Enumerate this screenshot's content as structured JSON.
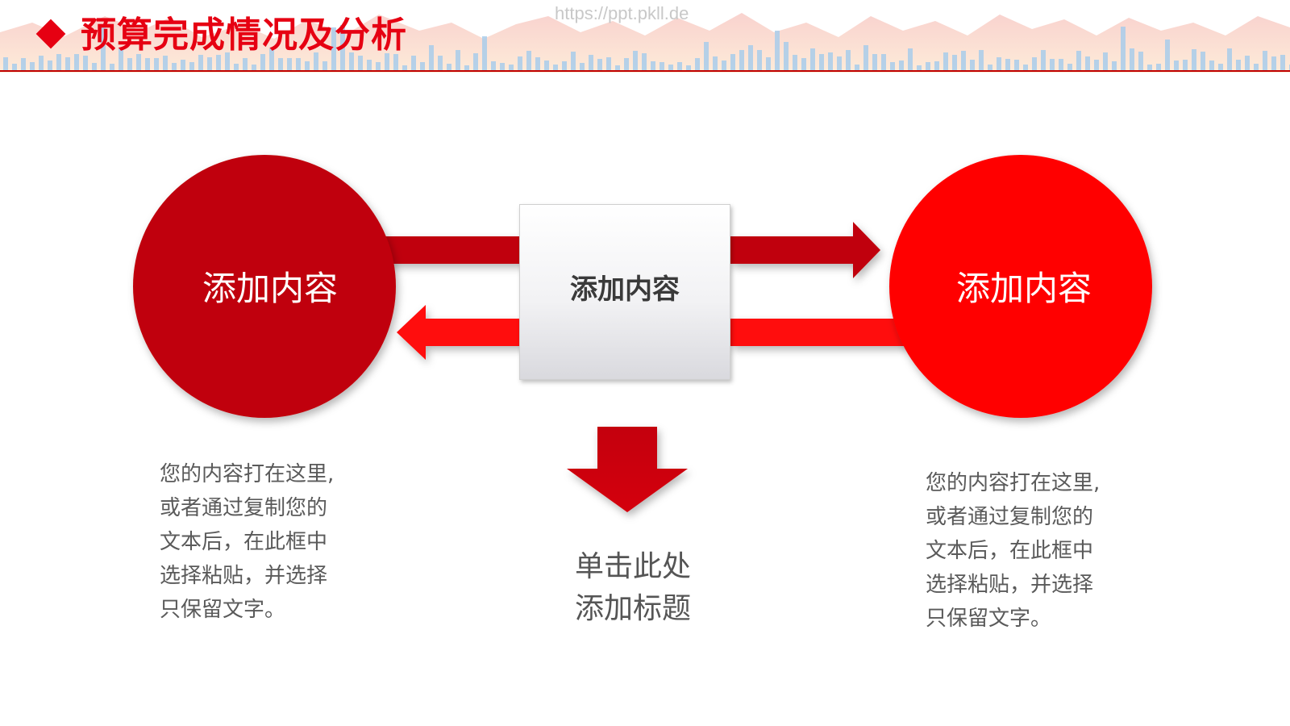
{
  "header": {
    "title": "预算完成情况及分析",
    "watermark": "https://ppt.pkll.de"
  },
  "diagram": {
    "left_circle_label": "添加内容",
    "center_box_label": "添加内容",
    "right_circle_label": "添加内容",
    "left_body_lines": [
      "您的内容打在这里,",
      "或者通过复制您的",
      "文本后，在此框中",
      "选择粘贴，并选择",
      "只保留文字。"
    ],
    "right_body_lines": [
      "您的内容打在这里,",
      "或者通过复制您的",
      "文本后，在此框中",
      "选择粘贴，并选择",
      "只保留文字。"
    ],
    "caption_lines": [
      "单击此处",
      "添加标题"
    ]
  },
  "colors": {
    "accent": "#e60012",
    "dark_red": "#bf0008",
    "bright_red": "#ff0000",
    "text_gray": "#5a5a5a"
  }
}
